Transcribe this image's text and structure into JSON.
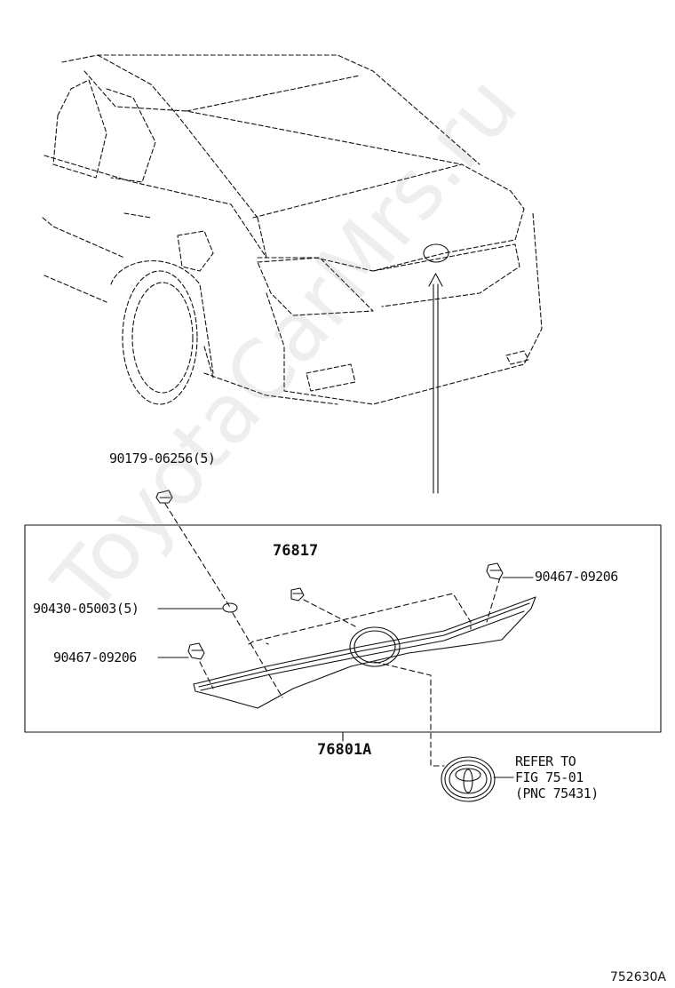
{
  "labels": {
    "part_90179": "90179-06256(5)",
    "part_76817": "76817",
    "part_90467_right": "90467-09206",
    "part_90430": "90430-05003(5)",
    "part_90467_left": "90467-09206",
    "part_76801A": "76801A",
    "refer_line1": "REFER TO",
    "refer_line2": "FIG 75-01",
    "refer_line3": "(PNC 75431)"
  },
  "watermark": "ToyotaCarMrs.ru",
  "figure_code": "752630A",
  "colors": {
    "line": "#111111",
    "watermark": "#c8c8c8"
  }
}
